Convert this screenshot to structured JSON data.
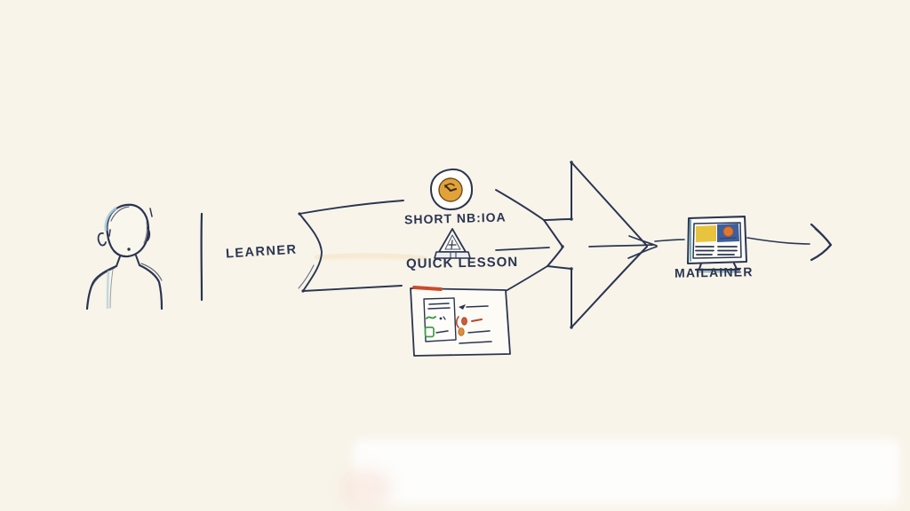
{
  "palette": {
    "background": "#f8f4ea",
    "ink": "#2b3550",
    "skin_accent_blue": "#a9cddd",
    "clock_face": "#e2a23a",
    "clock_rim": "#6b4a1f",
    "clock_hands": "#3b2c14",
    "worksheet_red": "#c94b2b",
    "check_green": "#3f9e4a",
    "pen_red": "#c0432b",
    "pen_orange": "#dd8f3c",
    "laptop_yellow": "#e8c33d",
    "laptop_blue": "#3d5f9e",
    "laptop_orange": "#e0762f",
    "laptop_teal": "#4e93a5",
    "highlight_panel": "#ffffff"
  },
  "nodes": {
    "learner": {
      "label": "LEARNER",
      "icon": "person-icon"
    },
    "content": {
      "media_label": "SHORT NB:IOA",
      "media_icon": "clock-icon",
      "lesson_label": "QUICK LESSON",
      "lesson_icon": "pyramid-icon",
      "worksheet_icon": "worksheet-icon"
    },
    "destination": {
      "label": "MAILAINER",
      "icon": "laptop-icon"
    }
  }
}
